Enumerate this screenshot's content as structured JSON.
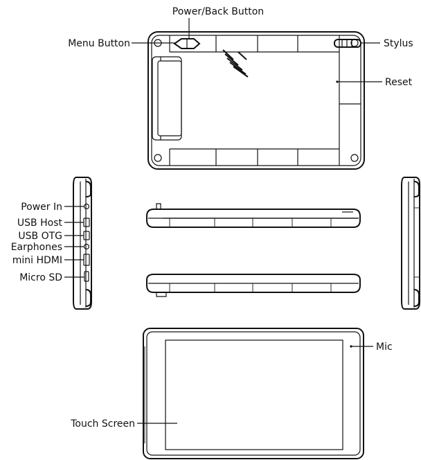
{
  "labels": {
    "power_back_button": "Power/Back Button",
    "menu_button": "Menu Button",
    "stylus": "Stylus",
    "reset": "Reset",
    "power_in": "Power In",
    "usb_host": "USB Host",
    "usb_otg": "USB OTG",
    "earphones": "Earphones",
    "mini_hdmi": "mini HDMI",
    "micro_sd": "Micro SD",
    "mic": "Mic",
    "touch_screen": "Touch Screen"
  },
  "colors": {
    "line": "#111111",
    "background": "#ffffff"
  }
}
